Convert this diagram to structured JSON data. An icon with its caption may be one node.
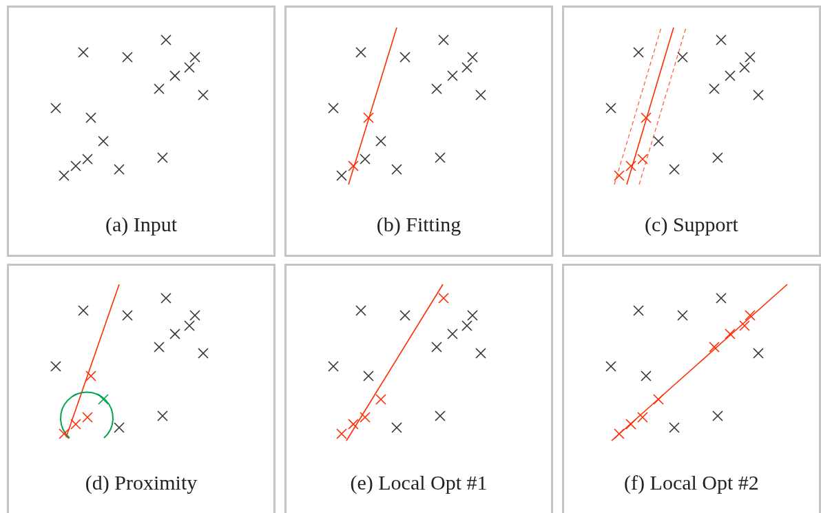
{
  "diagram": {
    "nodes": [
      {
        "text": [
          "(a) Input"
        ]
      },
      {
        "text": [
          "(b) Fitting"
        ]
      },
      {
        "text": [
          "(c) Support"
        ]
      },
      {
        "text": [
          "(d) Proximity"
        ]
      },
      {
        "text": [
          "(e) Local Opt #1"
        ]
      },
      {
        "text": [
          "(f) Local Opt #2"
        ]
      }
    ]
  }
}
